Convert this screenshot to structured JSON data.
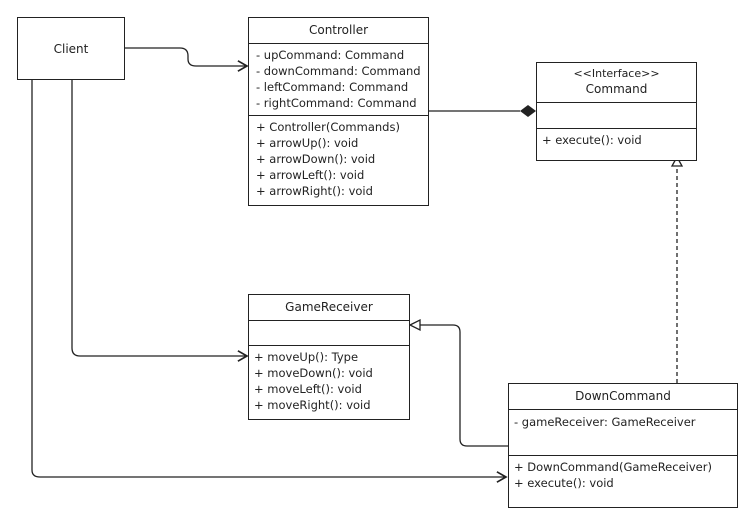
{
  "client": {
    "label": "Client"
  },
  "controller": {
    "title": "Controller",
    "attributes": [
      "- upCommand: Command",
      "- downCommand: Command",
      "- leftCommand: Command",
      "- rightCommand: Command"
    ],
    "operations": [
      "+ Controller(Commands)",
      "+ arrowUp(): void",
      "+ arrowDown(): void",
      "+ arrowLeft(): void",
      "+ arrowRight(): void"
    ]
  },
  "command": {
    "stereotype": "<<Interface>>",
    "title": "Command",
    "operations": [
      "+ execute(): void"
    ]
  },
  "game_receiver": {
    "title": "GameReceiver",
    "operations": [
      "+  moveUp(): Type",
      "+ moveDown(): void",
      "+ moveLeft(): void",
      "+ moveRight(): void"
    ]
  },
  "down_command": {
    "title": "DownCommand",
    "attributes": [
      "-  gameReceiver: GameReceiver"
    ],
    "operations": [
      "+ DownCommand(GameReceiver)",
      "+ execute(): void"
    ]
  }
}
